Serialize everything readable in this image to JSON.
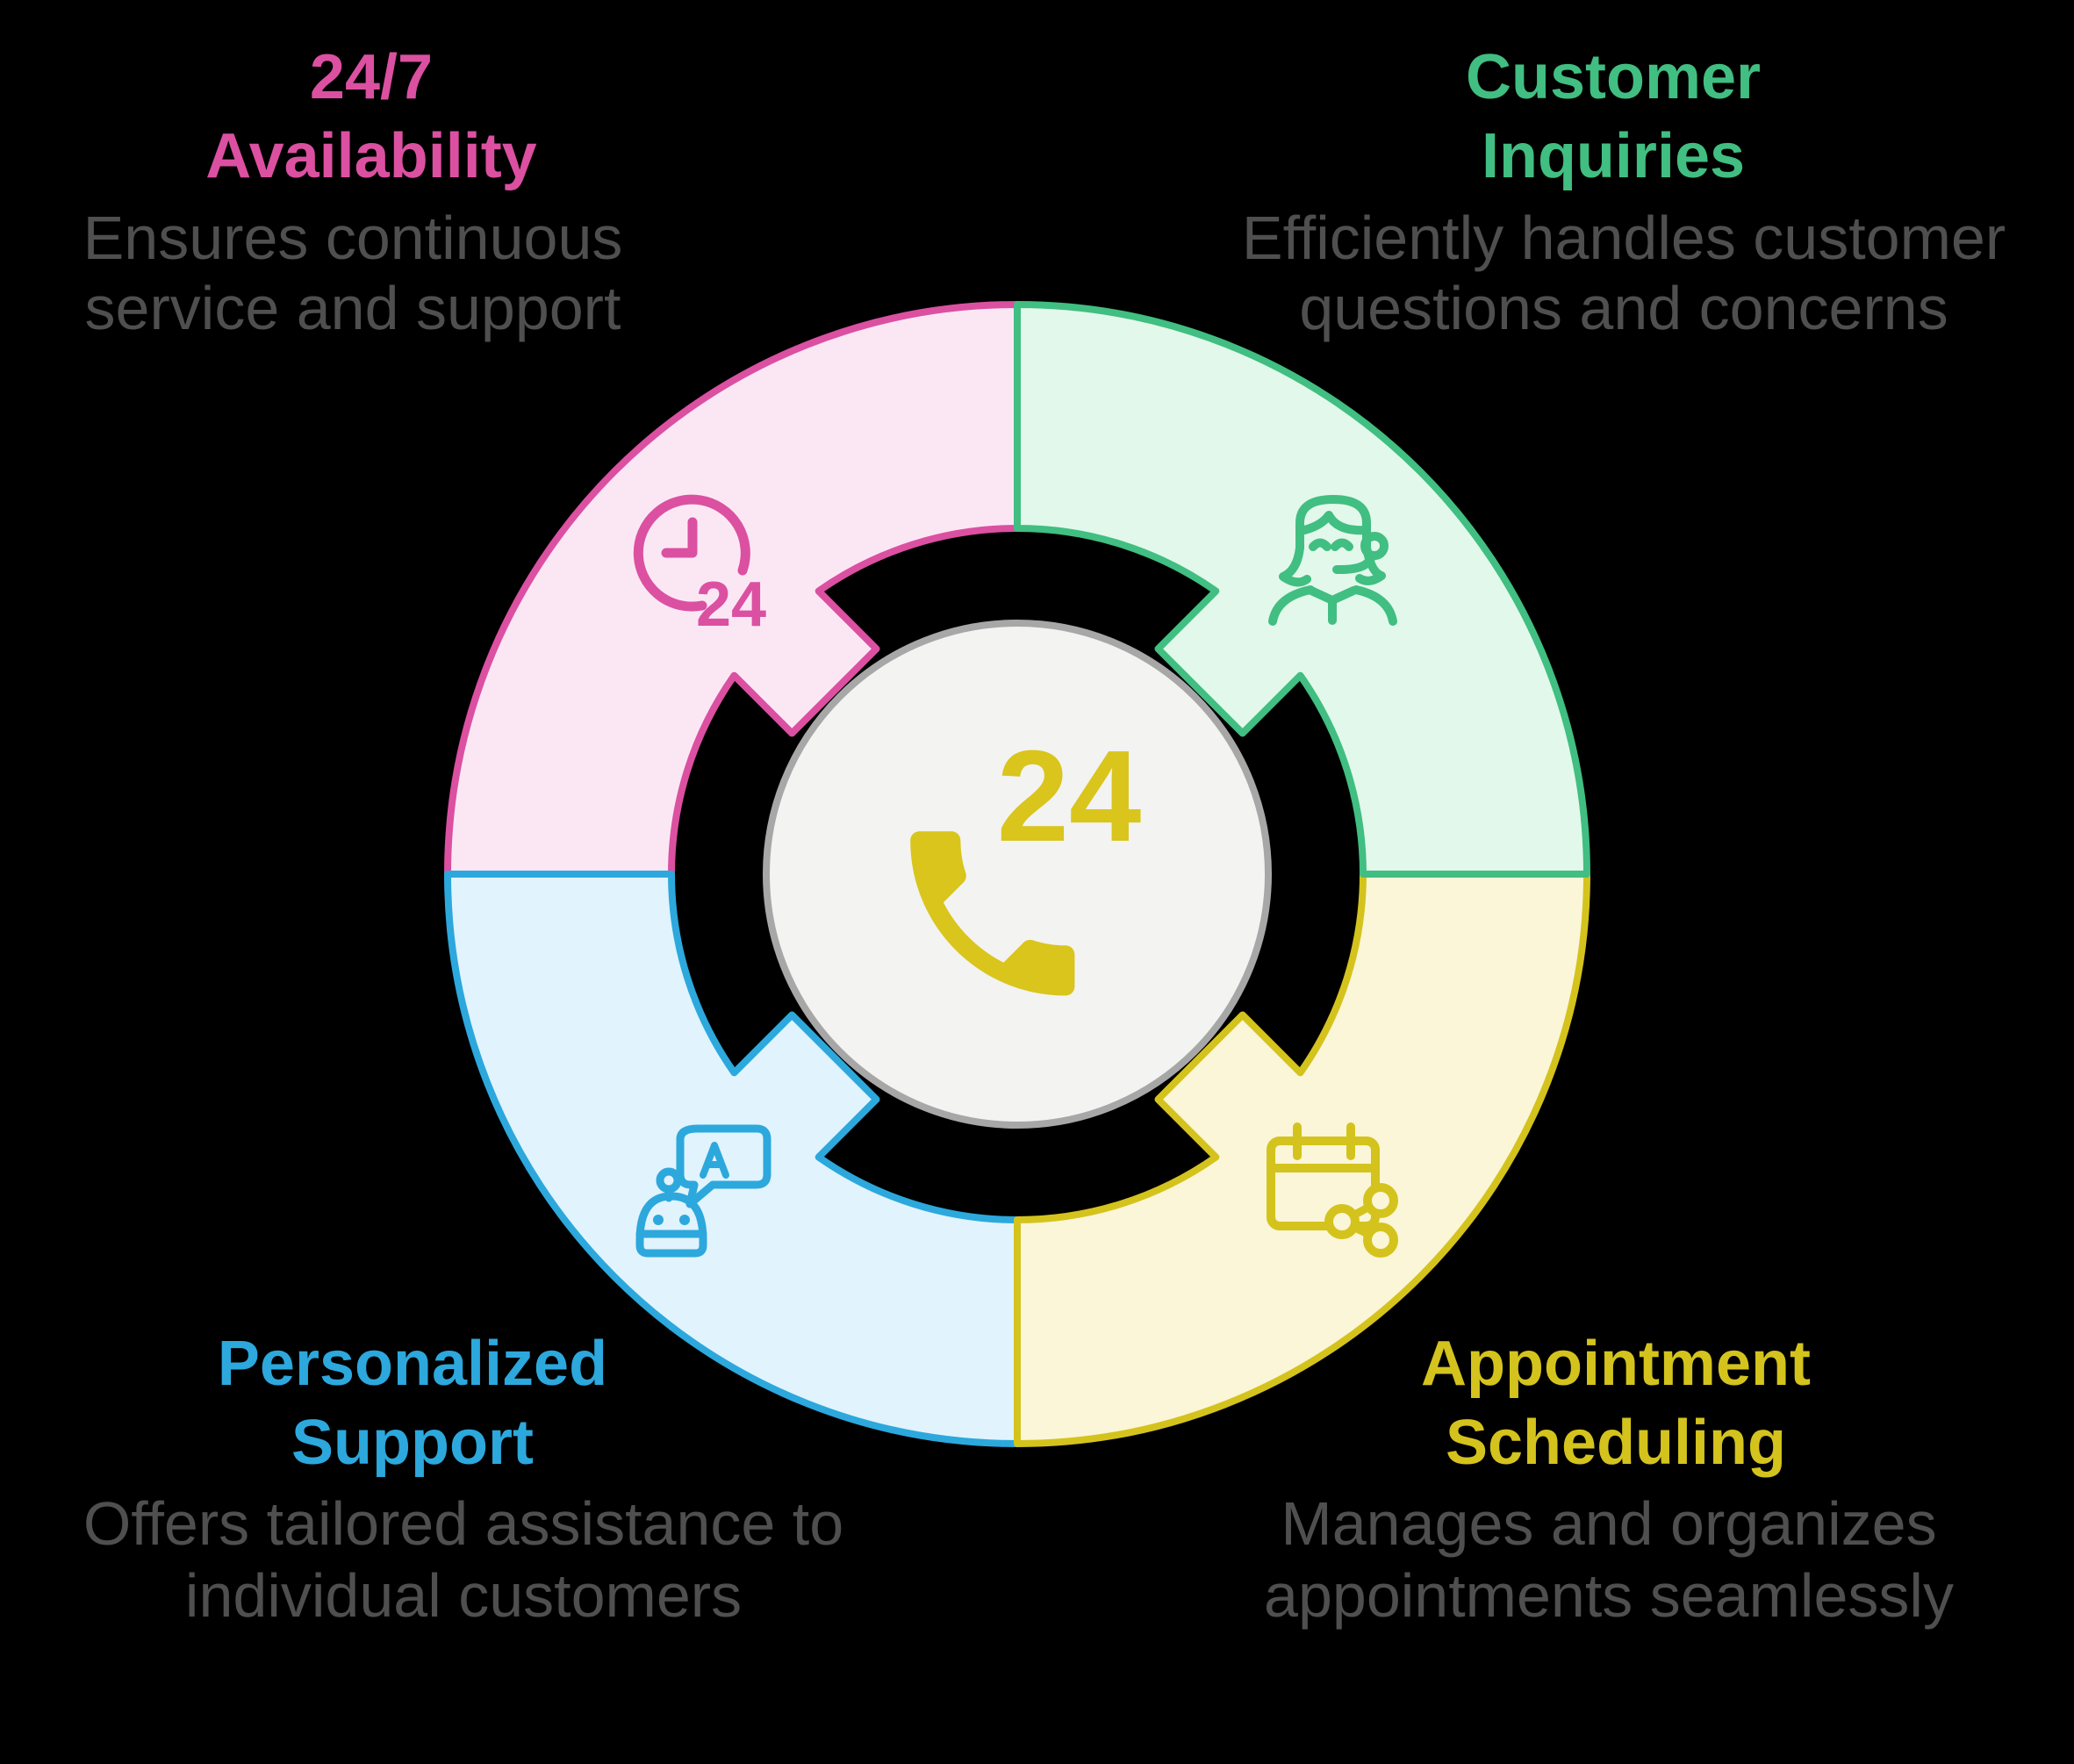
{
  "background": "#000000",
  "desc_text_color": "#4F4F4F",
  "center": {
    "badge_label": "24",
    "circle_fill": "#F3F3F2",
    "circle_stroke": "#A7A7A7",
    "phone_color": "#D9C51C"
  },
  "quadrants": {
    "availability": {
      "title1": "24/7",
      "title2": "Availability",
      "desc1": "Ensures continuous",
      "desc2": "service and support",
      "accent": "#DB50A1",
      "fill": "#FBE7F4",
      "icon": "clock-24-icon",
      "icon_label": "24"
    },
    "inquiries": {
      "title1": "Customer",
      "title2": "Inquiries",
      "desc1": "Efficiently handles customer",
      "desc2": "questions and concerns",
      "accent": "#41BE81",
      "fill": "#E2F8EB",
      "icon": "support-agent-icon"
    },
    "scheduling": {
      "title1": "Appointment",
      "title2": "Scheduling",
      "desc1": "Manages and organizes",
      "desc2": "appointments seamlessly",
      "accent": "#D4C31D",
      "fill": "#FBF6D7",
      "icon": "calendar-share-icon"
    },
    "personalized": {
      "title1": "Personalized",
      "title2": "Support",
      "desc1": "Offers tailored assistance to",
      "desc2": "individual customers",
      "accent": "#2CA8DD",
      "fill": "#E1F3FC",
      "icon": "chatbot-icon",
      "bubble_letter": "A"
    }
  }
}
